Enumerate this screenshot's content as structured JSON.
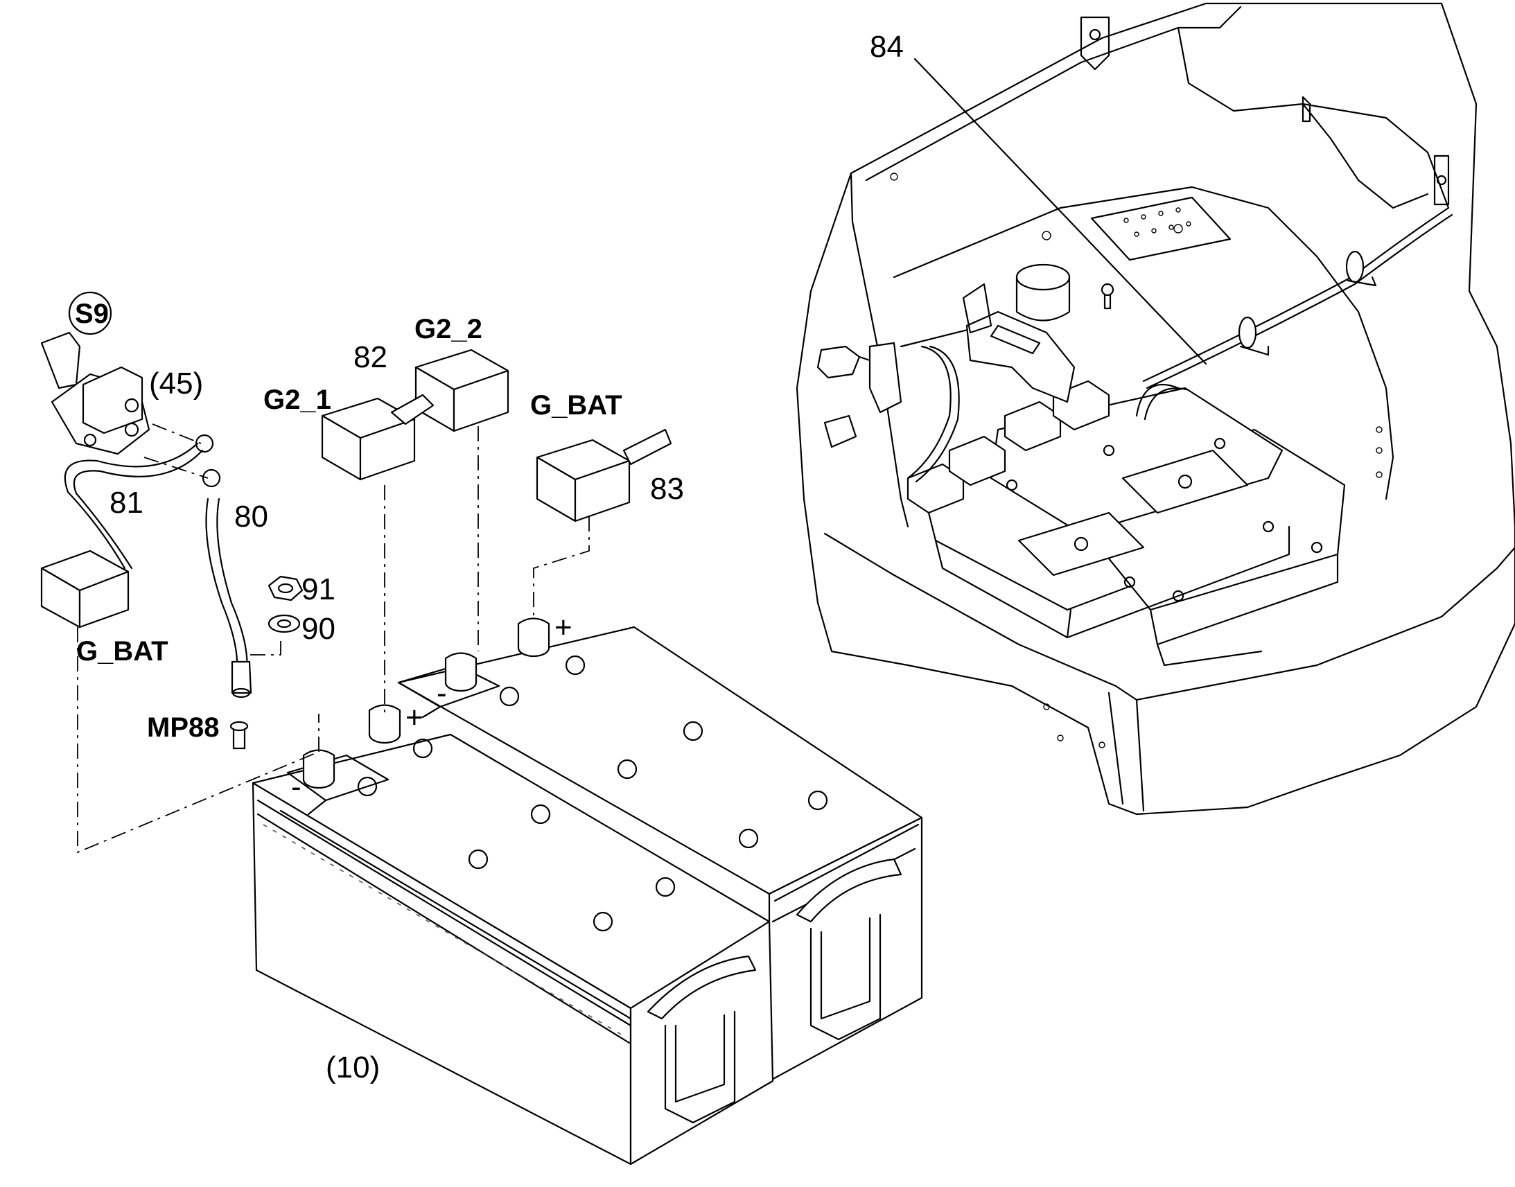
{
  "callouts": {
    "c84": "84",
    "c82": "82",
    "c83": "83",
    "c81": "81",
    "c80": "80",
    "c91": "91",
    "c90": "90",
    "c45": "(45)",
    "c10": "(10)",
    "s9": "S9",
    "g2_1": "G2_1",
    "g2_2": "G2_2",
    "g_bat_top": "G_BAT",
    "g_bat_left": "G_BAT",
    "mp88": "MP88"
  },
  "terminal_marks": {
    "minus": "-",
    "plus": "+"
  },
  "icons": [
    "battery-pack",
    "battery-switch",
    "terminal-cover",
    "cable",
    "hex-nut",
    "washer",
    "bolt",
    "machine-frame"
  ]
}
